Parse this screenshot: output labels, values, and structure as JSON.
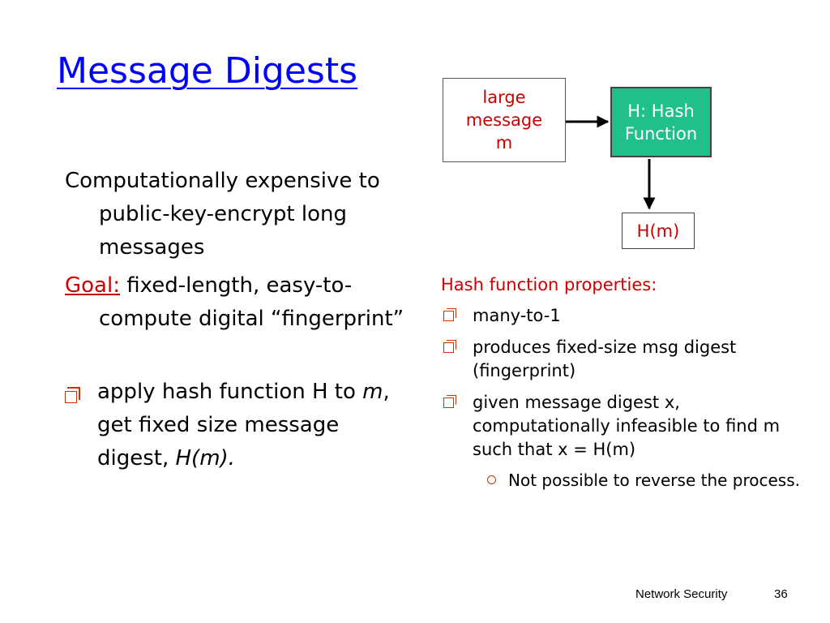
{
  "slide": {
    "title": "Message Digests",
    "left": {
      "para1": "Computationally expensive to public-key-encrypt long messages",
      "goal_label": "Goal:",
      "goal_text": " fixed-length, easy-to-compute digital “fingerprint”",
      "bullet_pre": "apply hash function H to ",
      "bullet_m": "m",
      "bullet_mid": ", get fixed size message digest, ",
      "bullet_hm": "H(m)."
    },
    "diagram": {
      "input_line1": "large",
      "input_line2": "message",
      "input_line3": "m",
      "hash_line1": "H: Hash",
      "hash_line2": "Function",
      "output": "H(m)",
      "colors": {
        "input_text": "#cc0000",
        "hash_fill": "#1fc08a",
        "hash_text": "#ffffff"
      }
    },
    "properties": {
      "heading": "Hash function properties:",
      "items": [
        "many-to-1",
        "produces fixed-size msg digest (fingerprint)",
        "given message digest x, computationally infeasible to find m such that x = H(m)"
      ],
      "subitem": "Not possible to reverse the process."
    },
    "footer": {
      "text": "Network Security",
      "page": "36"
    },
    "colors": {
      "title": "#0000ff",
      "accent_red": "#cc0000",
      "bullet": "#cc3300"
    },
    "icons": {
      "bullet": "square-bullet-icon",
      "subbullet": "circle-bullet-icon"
    }
  }
}
